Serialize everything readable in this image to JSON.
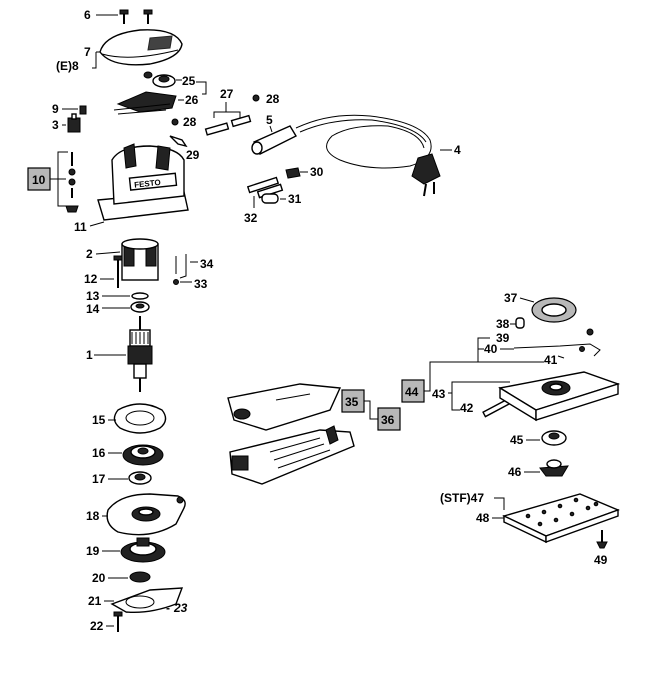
{
  "diagram": {
    "labels": {
      "p1": "1",
      "p2": "2",
      "p3": "3",
      "p4": "4",
      "p5": "5",
      "p6": "6",
      "p7": "7",
      "p8": "(E)8",
      "p9": "9",
      "p10": "10",
      "p11": "11",
      "p12": "12",
      "p13": "13",
      "p14": "14",
      "p15": "15",
      "p16": "16",
      "p17": "17",
      "p18": "18",
      "p19": "19",
      "p20": "20",
      "p21": "21",
      "p22": "22",
      "p23": "23",
      "p25": "25",
      "p26": "26",
      "p27": "27",
      "p28a": "28",
      "p28b": "28",
      "p29": "29",
      "p30": "30",
      "p31": "31",
      "p32": "32",
      "p33": "33",
      "p34": "34",
      "p35": "35",
      "p36": "36",
      "p37": "37",
      "p38": "38",
      "p39": "39",
      "p40": "40",
      "p41": "41",
      "p42": "42",
      "p43": "43",
      "p44": "44",
      "p45": "45",
      "p46": "46",
      "p47": "(STF)47",
      "p48": "48",
      "p49": "49"
    },
    "brand": "FESTO",
    "logo_text": "FESTO"
  }
}
